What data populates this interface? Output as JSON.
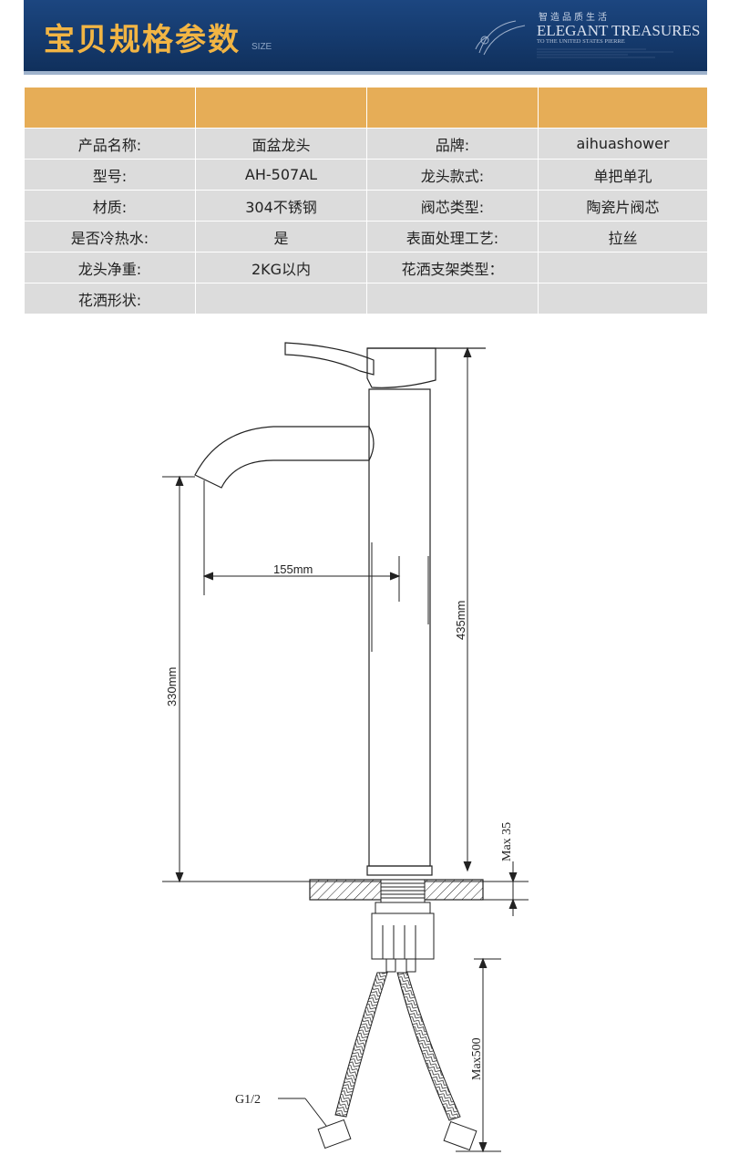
{
  "banner": {
    "title": "宝贝规格参数",
    "size_label": "SIZE",
    "slogan_cn": "智造品质生活",
    "slogan_en": "ELEGANT TREASURES",
    "slogan_sub": "TO THE UNITED STATES PIERRE",
    "colors": {
      "background": "#153a6d",
      "title": "#f2b544"
    }
  },
  "spec_table": {
    "header_color": "#e6ad57",
    "row_color": "#dcdcdc",
    "rows": [
      [
        "产品名称:",
        "面盆龙头",
        "品牌:",
        "aihuashower"
      ],
      [
        "型号:",
        "AH-507AL",
        "龙头款式:",
        "单把单孔"
      ],
      [
        "材质:",
        "304不锈钢",
        "阀芯类型:",
        "陶瓷片阀芯"
      ],
      [
        "是否冷热水:",
        "是",
        "表面处理工艺:",
        "拉丝"
      ],
      [
        "龙头净重:",
        "2KG以内",
        "花洒支架类型：",
        ""
      ],
      [
        "花洒形状:",
        "",
        "",
        ""
      ]
    ]
  },
  "drawing": {
    "spout_reach": "155mm",
    "total_height": "435mm",
    "spout_height": "330mm",
    "max_thickness": "Max 35",
    "hose_length": "Max500",
    "thread": "G1/2"
  }
}
